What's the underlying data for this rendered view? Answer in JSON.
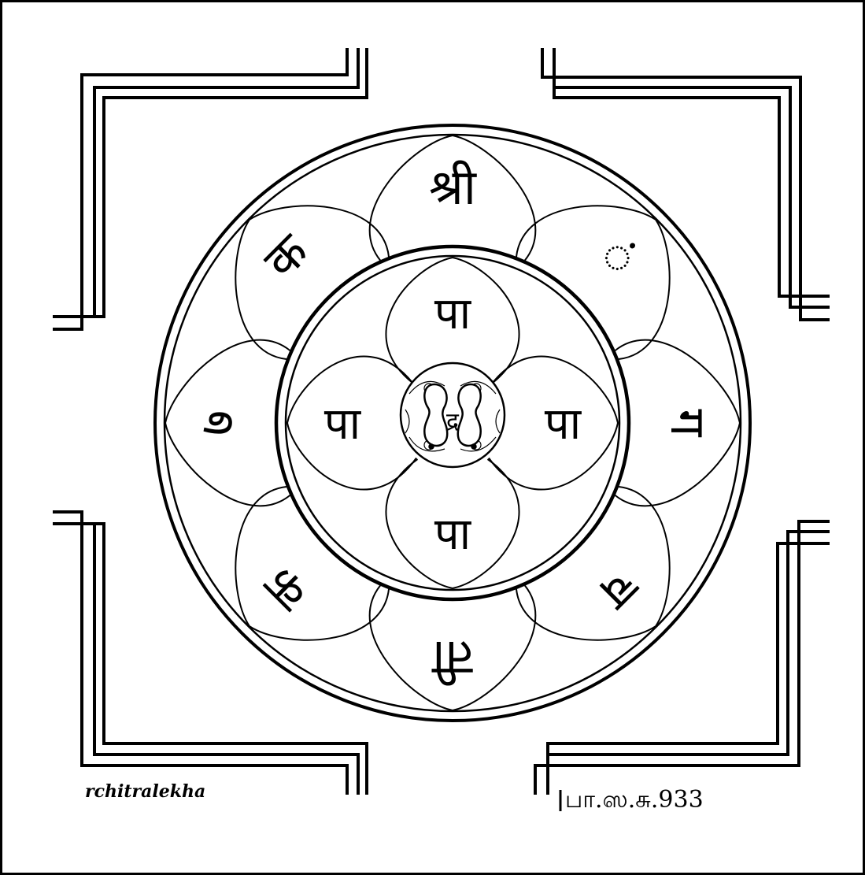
{
  "yantra": {
    "outer_petals": [
      {
        "syllable": "श्री"
      },
      {
        "syllable": "ं"
      },
      {
        "syllable": "ग"
      },
      {
        "syllable": "च"
      },
      {
        "syllable": "ती"
      },
      {
        "syllable": "क"
      },
      {
        "syllable": "७"
      },
      {
        "syllable": "क"
      }
    ],
    "inner_petals": [
      {
        "syllable": "पा"
      },
      {
        "syllable": "पा"
      },
      {
        "syllable": "पा"
      },
      {
        "syllable": "पा"
      }
    ],
    "center": {
      "syllable": "द्र"
    },
    "signature": "rchitralekha",
    "code": "பா.ஸ.சு.933"
  },
  "colors": {
    "ink": "#000000",
    "background": "#ffffff"
  }
}
